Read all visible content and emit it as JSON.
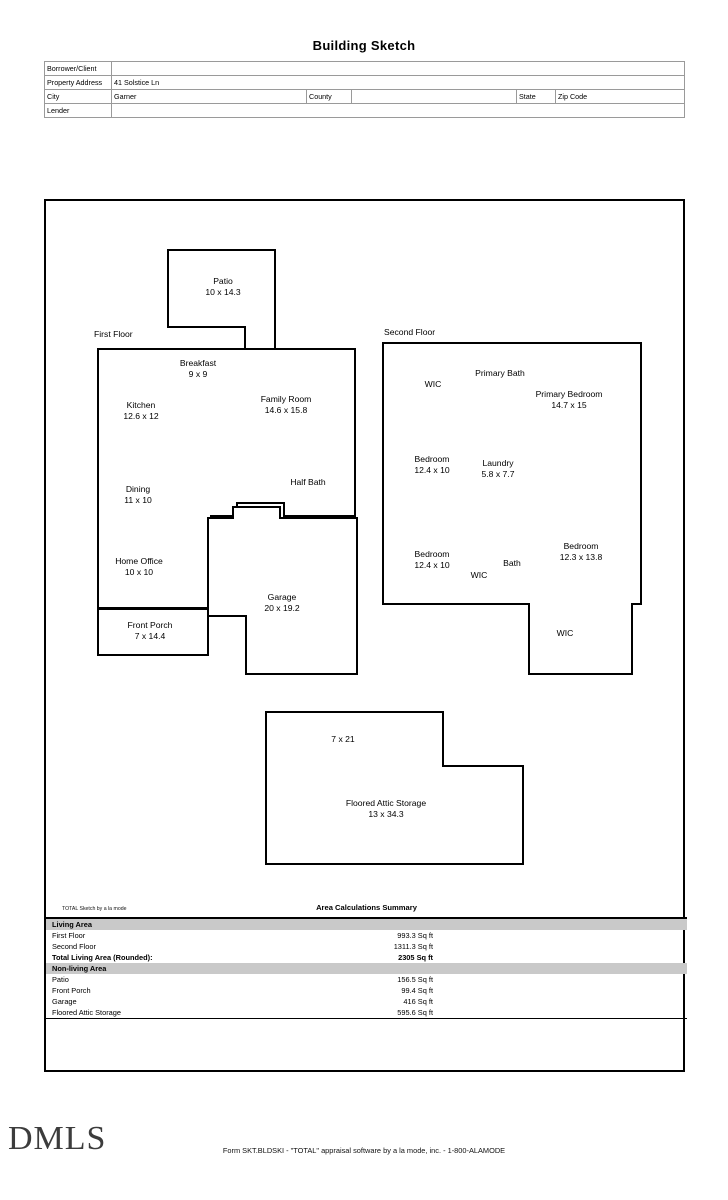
{
  "document": {
    "title": "Building Sketch"
  },
  "header_form": {
    "rows": [
      {
        "label": "Borrower/Client",
        "value": ""
      },
      {
        "label": "Property Address",
        "value": "41 Solstice Ln"
      },
      {
        "label": "City",
        "value": "Garner",
        "label2": "County",
        "value2": "",
        "label3": "State",
        "value3": "",
        "label4": "Zip Code",
        "value4": ""
      },
      {
        "label": "Lender",
        "value": ""
      }
    ]
  },
  "sketch": {
    "first_floor_tag": "First Floor",
    "second_floor_tag": "Second Floor",
    "credit": "TOTAL Sketch by a la mode",
    "calc_title": "Area Calculations Summary",
    "first_floor_rooms": [
      {
        "name": "Patio",
        "dims": "10 x 14.3"
      },
      {
        "name": "Breakfast",
        "dims": "9 x 9"
      },
      {
        "name": "Kitchen",
        "dims": "12.6 x 12"
      },
      {
        "name": "Family Room",
        "dims": "14.6 x 15.8"
      },
      {
        "name": "Dining",
        "dims": "11 x 10"
      },
      {
        "name": "Half Bath",
        "dims": ""
      },
      {
        "name": "Home Office",
        "dims": "10 x 10"
      },
      {
        "name": "Front Porch",
        "dims": "7 x 14.4"
      },
      {
        "name": "Garage",
        "dims": "20 x 19.2"
      }
    ],
    "second_floor_rooms": [
      {
        "name": "WIC",
        "dims": ""
      },
      {
        "name": "Primary Bath",
        "dims": ""
      },
      {
        "name": "Primary Bedroom",
        "dims": "14.7 x 15"
      },
      {
        "name": "Bedroom",
        "dims": "12.4 x 10"
      },
      {
        "name": "Laundry",
        "dims": "5.8 x 7.7"
      },
      {
        "name": "Bedroom",
        "dims": "12.4 x 10"
      },
      {
        "name": "WIC",
        "dims": ""
      },
      {
        "name": "Bath",
        "dims": ""
      },
      {
        "name": "Bedroom",
        "dims": "12.3 x 13.8"
      },
      {
        "name": "WIC",
        "dims": ""
      }
    ],
    "attic_rooms": [
      {
        "name": "",
        "dims": "7 x 21"
      },
      {
        "name": "Floored Attic Storage",
        "dims": "13 x 34.3"
      }
    ]
  },
  "area_calculations": {
    "rows": [
      {
        "type": "section",
        "label": "Living Area",
        "value": "",
        "note": ""
      },
      {
        "type": "item",
        "label": "First Floor",
        "value": "993.3 Sq ft",
        "note": ""
      },
      {
        "type": "item",
        "label": "Second Floor",
        "value": "1311.3 Sq ft",
        "note": ""
      },
      {
        "type": "total",
        "label": "Total Living Area (Rounded):",
        "value": "2305 Sq ft",
        "note": ""
      },
      {
        "type": "section",
        "label": "Non-living Area",
        "value": "",
        "note": ""
      },
      {
        "type": "item",
        "label": "Patio",
        "value": "156.5 Sq ft",
        "note": ""
      },
      {
        "type": "item",
        "label": "Front Porch",
        "value": "99.4 Sq ft",
        "note": ""
      },
      {
        "type": "item",
        "label": "Garage",
        "value": "416 Sq ft",
        "note": ""
      },
      {
        "type": "item",
        "label": "Floored Attic Storage",
        "value": "595.6 Sq ft",
        "note": ""
      }
    ]
  },
  "footer": {
    "form_note": "Form SKT.BLDSKI - \"TOTAL\" appraisal software by a la mode, inc. - 1-800-ALAMODE",
    "logo_text": "DMLS"
  }
}
